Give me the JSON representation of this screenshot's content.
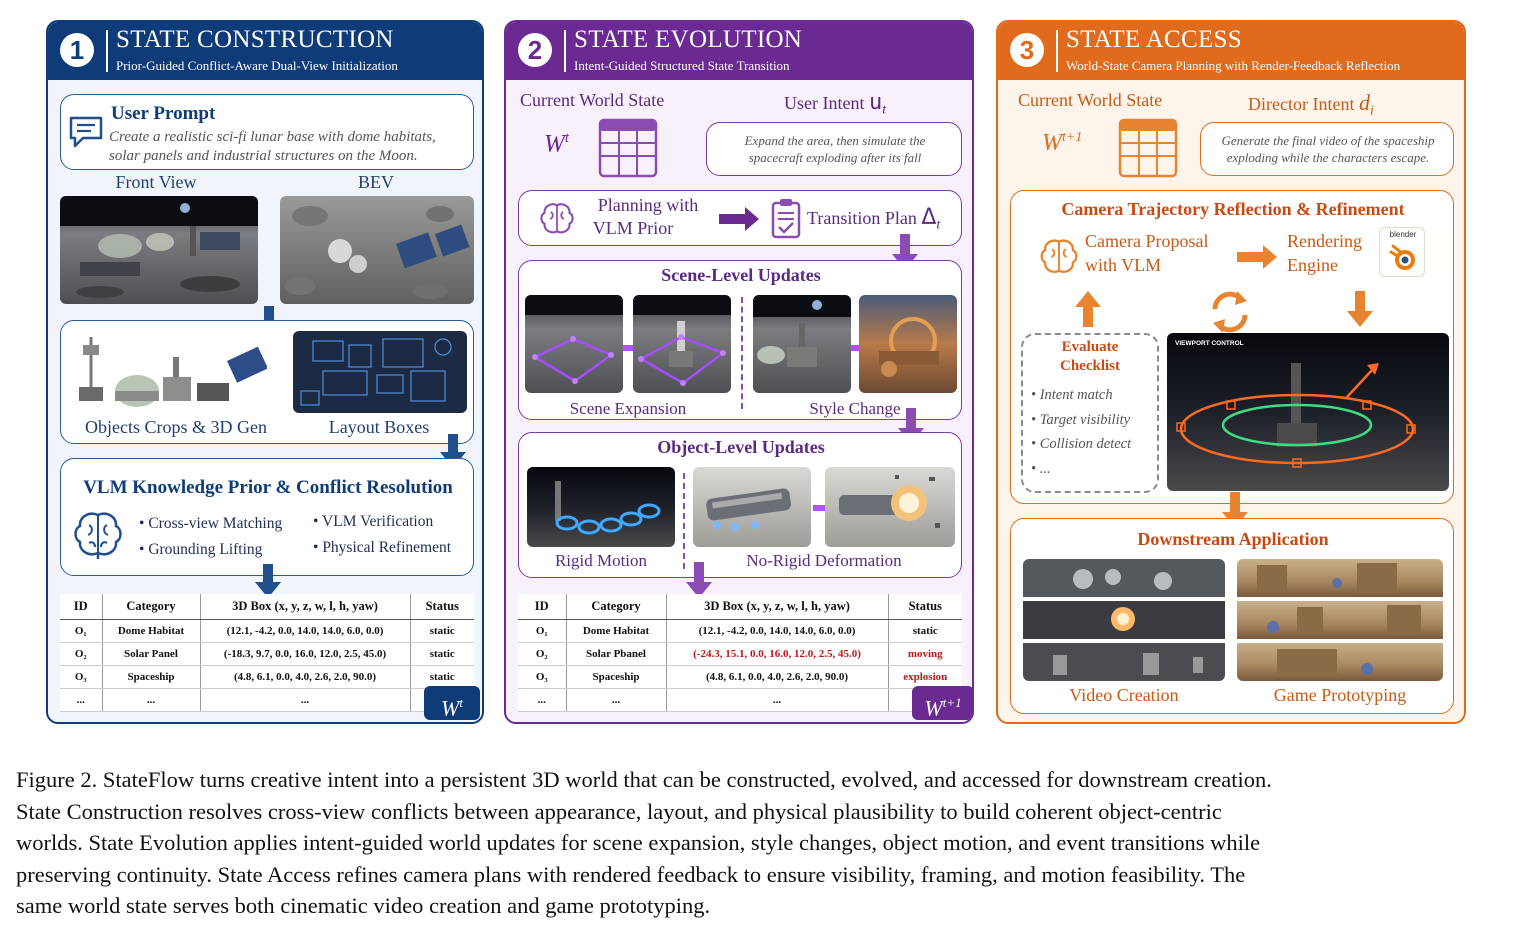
{
  "panel1": {
    "number": "1",
    "title": "STATE CONSTRUCTION",
    "subtitle": "Prior-Guided Conflict-Aware Dual-View Initialization",
    "user_prompt_title": "User Prompt",
    "user_prompt_text_1": "Create a realistic sci-fi lunar base with dome habitats,",
    "user_prompt_text_2": "solar panels and industrial structures on the Moon.",
    "front_view_label": "Front View",
    "bev_label": "BEV",
    "objects_label": "Objects Crops & 3D Gen",
    "layout_label": "Layout Boxes",
    "vlm_title": "VLM Knowledge Prior & Conflict Resolution",
    "bullets": [
      "Cross-view Matching",
      "VLM Verification",
      "Grounding  Lifting",
      "Physical Refinement"
    ],
    "table": {
      "headers": [
        "ID",
        "Category",
        "3D Box (x, y, z, w, l, h, yaw)",
        "Status"
      ],
      "rows": [
        [
          "O₁",
          "Dome Habitat",
          "(12.1, -4.2, 0.0, 14.0, 14.0, 6.0, 0.0)",
          "static"
        ],
        [
          "O₂",
          "Solar Panel",
          "(-18.3, 9.7, 0.0, 16.0, 12.0, 2.5, 45.0)",
          "static"
        ],
        [
          "O₃",
          "Spaceship",
          "(4.8, 6.1, 0.0, 4.0, 2.6, 2.0, 90.0)",
          "static"
        ],
        [
          "...",
          "...",
          "...",
          ""
        ]
      ],
      "badge": "W",
      "badge_sup": "t"
    }
  },
  "panel2": {
    "number": "2",
    "title": "STATE EVOLUTION",
    "subtitle": "Intent-Guided Structured State Transition",
    "current_state_label": "Current World State",
    "state_symbol": "W",
    "state_sup": "t",
    "user_intent_label": "User Intent ",
    "user_intent_symbol": "u",
    "user_intent_sub": "t",
    "intent_text_1": "Expand the area, then simulate the",
    "intent_text_2": "spacecraft exploding after its fall",
    "planning_1": "Planning with",
    "planning_2": "VLM Prior",
    "transition_label": "Transition Plan ",
    "transition_symbol": "Δ",
    "transition_sub": "t",
    "scene_title": "Scene-Level Updates",
    "scene_expansion": "Scene Expansion",
    "style_change": "Style Change",
    "object_title": "Object-Level Updates",
    "rigid_motion": "Rigid Motion",
    "no_rigid": "No-Rigid Deformation",
    "table": {
      "headers": [
        "ID",
        "Category",
        "3D Box (x, y, z, w, l, h, yaw)",
        "Status"
      ],
      "rows": [
        [
          "O₁",
          "Dome Habitat",
          "(12.1, -4.2, 0.0, 14.0, 14.0, 6.0, 0.0)",
          "static"
        ],
        [
          "O₂",
          "Solar Pbanel",
          "(-24.3, 15.1, 0.0, 16.0, 12.0, 2.5, 45.0)",
          "moving"
        ],
        [
          "O₃",
          "Spaceship",
          "(4.8, 6.1, 0.0, 4.0, 2.6, 2.0, 90.0)",
          "explosion"
        ],
        [
          "...",
          "...",
          "...",
          ""
        ]
      ],
      "badge": "W",
      "badge_sup": "t+1"
    }
  },
  "panel3": {
    "number": "3",
    "title": "STATE ACCESS",
    "subtitle": "World-State Camera Planning with Render-Feedback Reflection",
    "current_state_label": "Current World State",
    "state_symbol": "W",
    "state_sup": "t+1",
    "director_label": "Director Intent ",
    "director_symbol": "d",
    "director_sub": "i",
    "intent_text_1": "Generate the final video of the spaceship",
    "intent_text_2": "exploding while the characters escape.",
    "reflection_title": "Camera Trajectory Reflection & Refinement",
    "camera_1": "Camera Proposal",
    "camera_2": "with VLM",
    "render_1": "Rendering",
    "render_2": "Engine",
    "blender_label": "blender",
    "checklist_1": "Evaluate",
    "checklist_2": "Checklist",
    "checklist_items": [
      "Intent match",
      "Target visibility",
      "Collision detect",
      "..."
    ],
    "viewport_label": "VIEWPORT CONTROL",
    "downstream_title": "Downstream Application",
    "video_creation": "Video Creation",
    "game_prototyping": "Game Prototyping"
  },
  "caption": [
    "Figure 2. StateFlow turns creative intent into a persistent 3D world that can be constructed, evolved, and accessed for downstream creation.",
    "State Construction resolves cross-view conflicts between appearance, layout, and physical plausibility to build coherent object-centric",
    "worlds. State Evolution applies intent-guided world updates for scene expansion, style changes, object motion, and event transitions while",
    "preserving continuity. State Access refines camera plans with rendered feedback to ensure visibility, framing, and motion feasibility. The",
    "same world state serves both cinematic video creation and game prototyping."
  ],
  "colors": {
    "blue": "#0f3c78",
    "purple": "#6b2a91",
    "orange": "#e06b1c",
    "red": "#c0161b"
  }
}
